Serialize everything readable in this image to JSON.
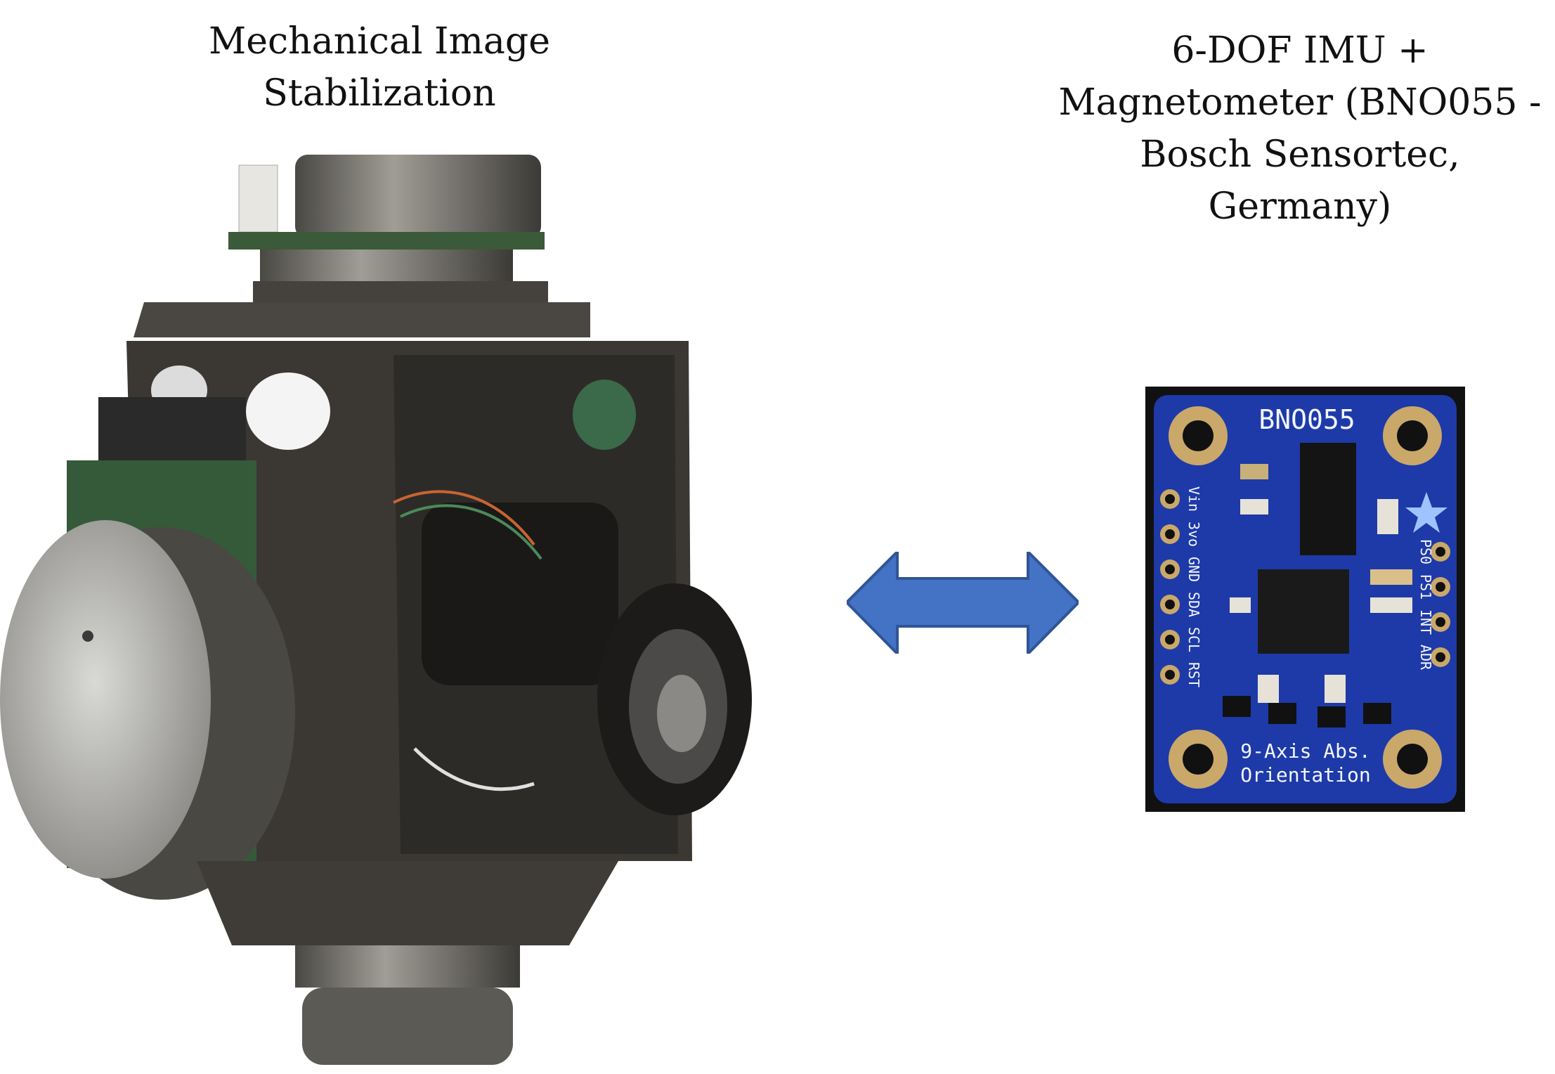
{
  "left_panel": {
    "caption_line1": "Mechanical Image",
    "caption_line2": "Stabilization"
  },
  "right_panel": {
    "caption_lines": [
      "6-DOF IMU +",
      "Magnetometer (BNO055 -",
      "Bosch Sensortec,",
      "Germany)"
    ],
    "board": {
      "name": "BNO055",
      "footer_line1": "9-Axis Abs.",
      "footer_line2": "Orientation",
      "left_pins": [
        "Vin",
        "3vo",
        "GND",
        "SDA",
        "SCL",
        "RST"
      ],
      "right_pins": [
        "PS0",
        "PS1",
        "INT",
        "ADR"
      ]
    }
  },
  "connector": {
    "icon": "double-arrow-icon",
    "color": "#4472c4"
  },
  "colors": {
    "board_blue": "#1e3aa8",
    "gimbal_dark": "#3b3834"
  }
}
